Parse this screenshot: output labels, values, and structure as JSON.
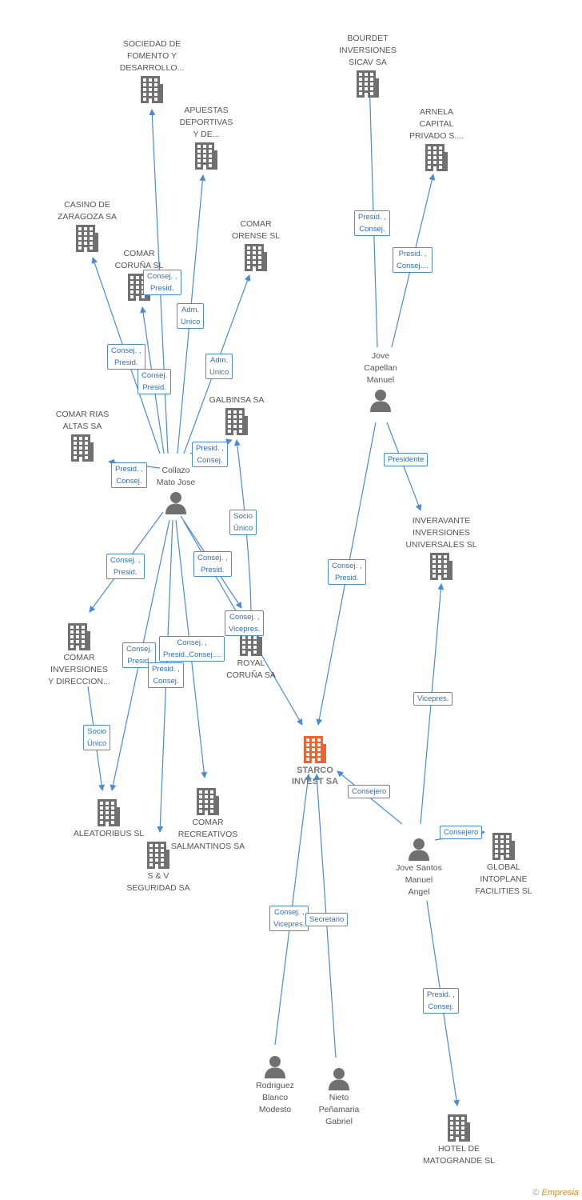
{
  "colors": {
    "company": "#707070",
    "person": "#707070",
    "focus": "#f0632e",
    "edge": "#4a8bd6",
    "label_text": "#2f6fbf"
  },
  "nodes": [
    {
      "id": "sociedad",
      "type": "company",
      "lines": [
        "SOCIEDAD DE",
        "FOMENTO Y",
        "DESARROLLO..."
      ],
      "icon": "building-icon"
    },
    {
      "id": "apuestas",
      "type": "company",
      "lines": [
        "APUESTAS",
        "DEPORTIVAS",
        "Y DE..."
      ],
      "icon": "building-icon"
    },
    {
      "id": "bourdet",
      "type": "company",
      "lines": [
        "BOURDET",
        "INVERSIONES",
        "SICAV SA"
      ],
      "icon": "building-icon"
    },
    {
      "id": "arnela",
      "type": "company",
      "lines": [
        "ARNELA",
        "CAPITAL",
        "PRIVADO S...."
      ],
      "icon": "building-icon"
    },
    {
      "id": "casino",
      "type": "company",
      "lines": [
        "CASINO DE",
        "ZARAGOZA SA"
      ],
      "icon": "building-icon"
    },
    {
      "id": "comar_orense",
      "type": "company",
      "lines": [
        "COMAR",
        "ORENSE SL"
      ],
      "icon": "building-icon"
    },
    {
      "id": "comar_coruna",
      "type": "company",
      "lines": [
        "COMAR",
        "CORUÑA SL"
      ],
      "icon": "building-icon"
    },
    {
      "id": "galbinsa",
      "type": "company",
      "lines": [
        "GALBINSA SA"
      ],
      "icon": "building-icon"
    },
    {
      "id": "comar_rias",
      "type": "company",
      "lines": [
        "COMAR RIAS",
        "ALTAS SA"
      ],
      "icon": "building-icon"
    },
    {
      "id": "collazo",
      "type": "person",
      "lines": [
        "Collazo",
        "Mato Jose"
      ],
      "icon": "person-icon"
    },
    {
      "id": "jove_capellan",
      "type": "person",
      "lines": [
        "Jove",
        "Capellan",
        "Manuel"
      ],
      "icon": "person-icon"
    },
    {
      "id": "inveravante",
      "type": "company",
      "lines": [
        "INVERAVANTE",
        "INVERSIONES",
        "UNIVERSALES SL"
      ],
      "icon": "building-icon"
    },
    {
      "id": "comar_inv",
      "type": "company",
      "lines": [
        "COMAR",
        "INVERSIONES",
        "Y DIRECCION..."
      ],
      "icon": "building-icon"
    },
    {
      "id": "royal",
      "type": "company",
      "lines": [
        "ROYAL",
        "CORUÑA SA"
      ],
      "icon": "building-icon"
    },
    {
      "id": "starco",
      "type": "focus",
      "lines": [
        "STARCO",
        "INVEST SA"
      ],
      "icon": "building-icon"
    },
    {
      "id": "aleatoribus",
      "type": "company",
      "lines": [
        "ALEATORIBUS SL"
      ],
      "icon": "building-icon"
    },
    {
      "id": "comar_recreativos",
      "type": "company",
      "lines": [
        "COMAR",
        "RECREATIVOS",
        "SALMANTINOS SA"
      ],
      "icon": "building-icon"
    },
    {
      "id": "sv",
      "type": "company",
      "lines": [
        "S & V",
        "SEGURIDAD SA"
      ],
      "icon": "building-icon"
    },
    {
      "id": "jove_santos",
      "type": "person",
      "lines": [
        "Jove Santos",
        "Manuel",
        "Angel"
      ],
      "icon": "person-icon"
    },
    {
      "id": "global",
      "type": "company",
      "lines": [
        "GLOBAL",
        "INTOPLANE",
        "FACILITIES SL"
      ],
      "icon": "building-icon"
    },
    {
      "id": "rodriguez",
      "type": "person",
      "lines": [
        "Rodriguez",
        "Blanco",
        "Modesto"
      ],
      "icon": "person-icon"
    },
    {
      "id": "nieto",
      "type": "person",
      "lines": [
        "Nieto",
        "Peñamaria",
        "Gabriel"
      ],
      "icon": "person-icon"
    },
    {
      "id": "hotel",
      "type": "company",
      "lines": [
        "HOTEL DE",
        "MATOGRANDE SL"
      ],
      "icon": "building-icon"
    }
  ],
  "edges": [
    {
      "from": "collazo",
      "to": "sociedad",
      "lines": [
        "Consej. ,",
        "Presid."
      ]
    },
    {
      "from": "collazo",
      "to": "apuestas",
      "lines": [
        "Adm.",
        "Unico"
      ]
    },
    {
      "from": "collazo",
      "to": "casino",
      "lines": [
        "Consej. ,",
        "Presid."
      ]
    },
    {
      "from": "collazo",
      "to": "comar_coruna",
      "lines": [
        "Consej.",
        "Presid."
      ]
    },
    {
      "from": "collazo",
      "to": "comar_orense",
      "lines": [
        "Adm.",
        "Unico"
      ]
    },
    {
      "from": "collazo",
      "to": "galbinsa",
      "lines": [
        "Presid. ,",
        "Consej."
      ]
    },
    {
      "from": "collazo",
      "to": "comar_rias",
      "lines": [
        "Presid. ,",
        "Consej."
      ]
    },
    {
      "from": "collazo",
      "to": "comar_inv",
      "lines": [
        "Consej. ,",
        "Presid."
      ]
    },
    {
      "from": "collazo",
      "to": "royal",
      "lines": [
        "Consej. ,",
        "Presid."
      ]
    },
    {
      "from": "collazo",
      "to": "starco",
      "lines": [
        "Consej. ,",
        "Vicepres."
      ]
    },
    {
      "from": "collazo",
      "to": "aleatoribus",
      "lines": [
        "Consej.",
        "Presid."
      ]
    },
    {
      "from": "collazo",
      "to": "comar_recreativos",
      "lines": [
        "Consej. ,",
        "Presid.,Consej...."
      ]
    },
    {
      "from": "collazo",
      "to": "sv",
      "lines": [
        "Presid. ,",
        "Consej."
      ]
    },
    {
      "from": "royal",
      "to": "galbinsa",
      "lines": [
        "Socio",
        "Único"
      ]
    },
    {
      "from": "comar_inv",
      "to": "aleatoribus",
      "lines": [
        "Socio",
        "Único"
      ]
    },
    {
      "from": "jove_capellan",
      "to": "bourdet",
      "lines": [
        "Presid. ,",
        "Consej."
      ]
    },
    {
      "from": "jove_capellan",
      "to": "arnela",
      "lines": [
        "Presid. ,",
        "Consej...."
      ]
    },
    {
      "from": "jove_capellan",
      "to": "inveravante",
      "lines": [
        "Presidente"
      ]
    },
    {
      "from": "jove_capellan",
      "to": "starco",
      "lines": [
        "Consej. ,",
        "Presid."
      ]
    },
    {
      "from": "jove_santos",
      "to": "inveravante",
      "lines": [
        "Vicepres."
      ]
    },
    {
      "from": "jove_santos",
      "to": "starco",
      "lines": [
        "Consejero"
      ]
    },
    {
      "from": "jove_santos",
      "to": "global",
      "lines": [
        "Consejero"
      ]
    },
    {
      "from": "jove_santos",
      "to": "hotel",
      "lines": [
        "Presid. ,",
        "Consej."
      ]
    },
    {
      "from": "rodriguez",
      "to": "starco",
      "lines": [
        "Consej. ,",
        "Vicepres."
      ]
    },
    {
      "from": "nieto",
      "to": "starco",
      "lines": [
        "Secretario"
      ]
    }
  ],
  "brand": {
    "copyright": "©",
    "name": "Empresia"
  }
}
